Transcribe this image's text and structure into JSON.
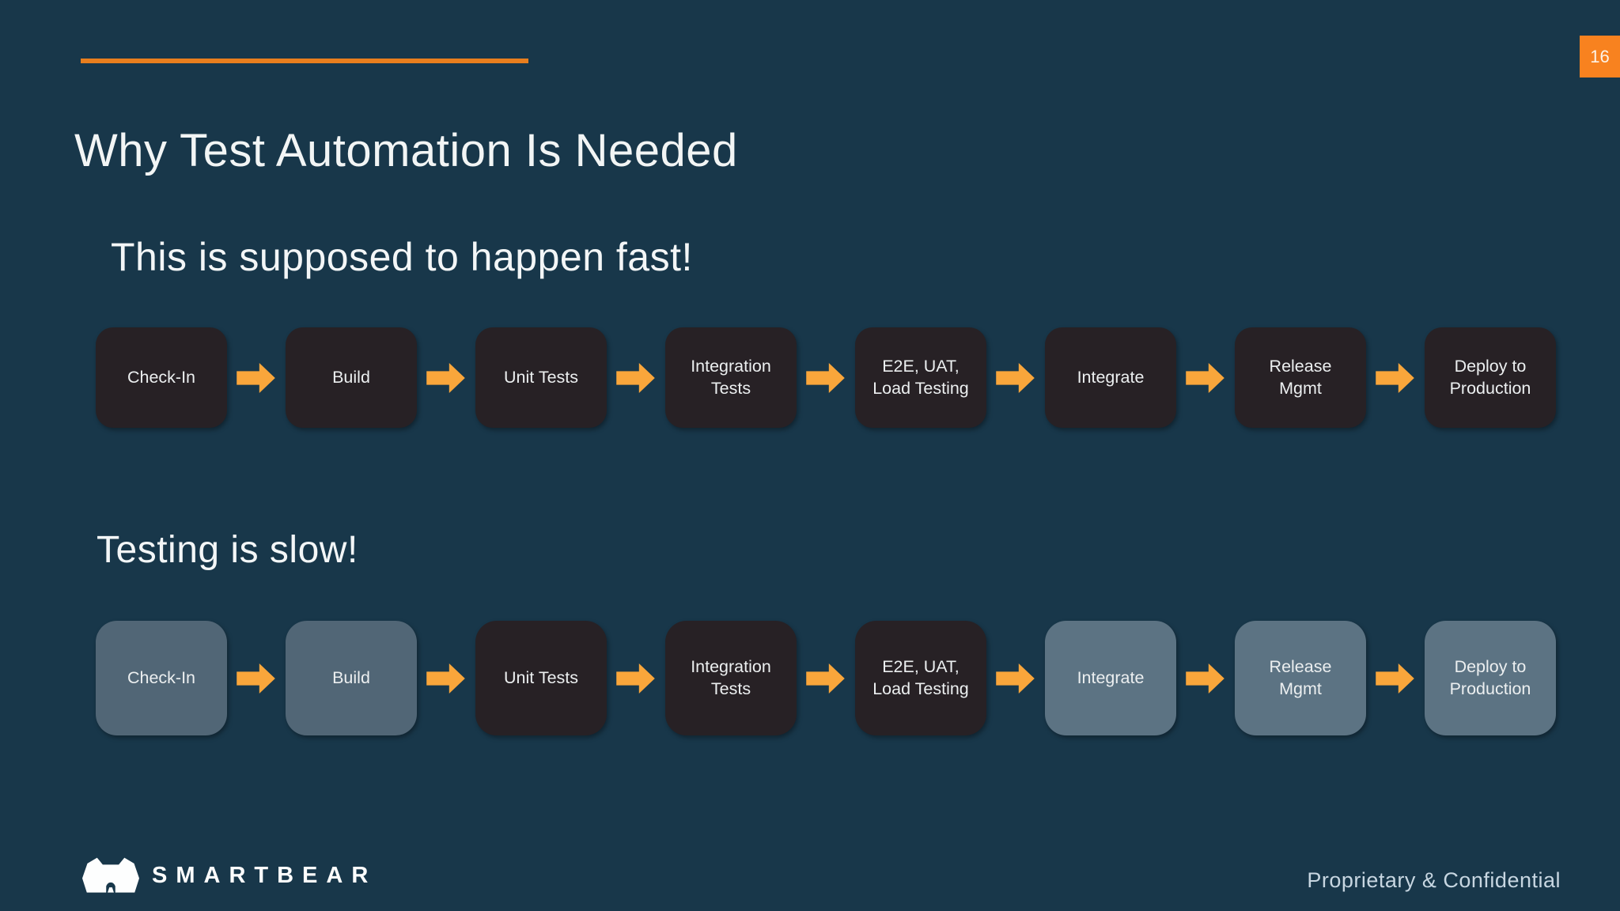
{
  "slide": {
    "title": "Why Test Automation Is Needed",
    "page_number": "16"
  },
  "sections": [
    {
      "heading": "This is supposed to happen fast!",
      "steps": [
        {
          "label": "Check-In",
          "variant": "dark"
        },
        {
          "label": "Build",
          "variant": "dark"
        },
        {
          "label": "Unit Tests",
          "variant": "dark"
        },
        {
          "label": "Integration\nTests",
          "variant": "dark"
        },
        {
          "label": "E2E, UAT,\nLoad Testing",
          "variant": "dark"
        },
        {
          "label": "Integrate",
          "variant": "dark"
        },
        {
          "label": "Release\nMgmt",
          "variant": "dark"
        },
        {
          "label": "Deploy to\nProduction",
          "variant": "dark"
        }
      ]
    },
    {
      "heading": "Testing is slow!",
      "steps": [
        {
          "label": "Check-In",
          "variant": "gray"
        },
        {
          "label": "Build",
          "variant": "gray"
        },
        {
          "label": "Unit Tests",
          "variant": "dark"
        },
        {
          "label": "Integration\nTests",
          "variant": "dark"
        },
        {
          "label": "E2E, UAT,\nLoad Testing",
          "variant": "dark"
        },
        {
          "label": "Integrate",
          "variant": "gray-light"
        },
        {
          "label": "Release\nMgmt",
          "variant": "gray-light"
        },
        {
          "label": "Deploy to\nProduction",
          "variant": "gray-light"
        }
      ]
    }
  ],
  "footer": {
    "brand": "SMARTBEAR",
    "confidential": "Proprietary & Confidential"
  },
  "colors": {
    "bg": "#18374a",
    "accent": "#e87e1e",
    "arrow": "#f9a63b",
    "box_dark": "#272125",
    "box_gray": "#516676",
    "box_gray_light": "#5c7383",
    "page_tab": "#f8821f",
    "title_text": "#f2f5f5",
    "footer_note": "#c7d6e1"
  }
}
